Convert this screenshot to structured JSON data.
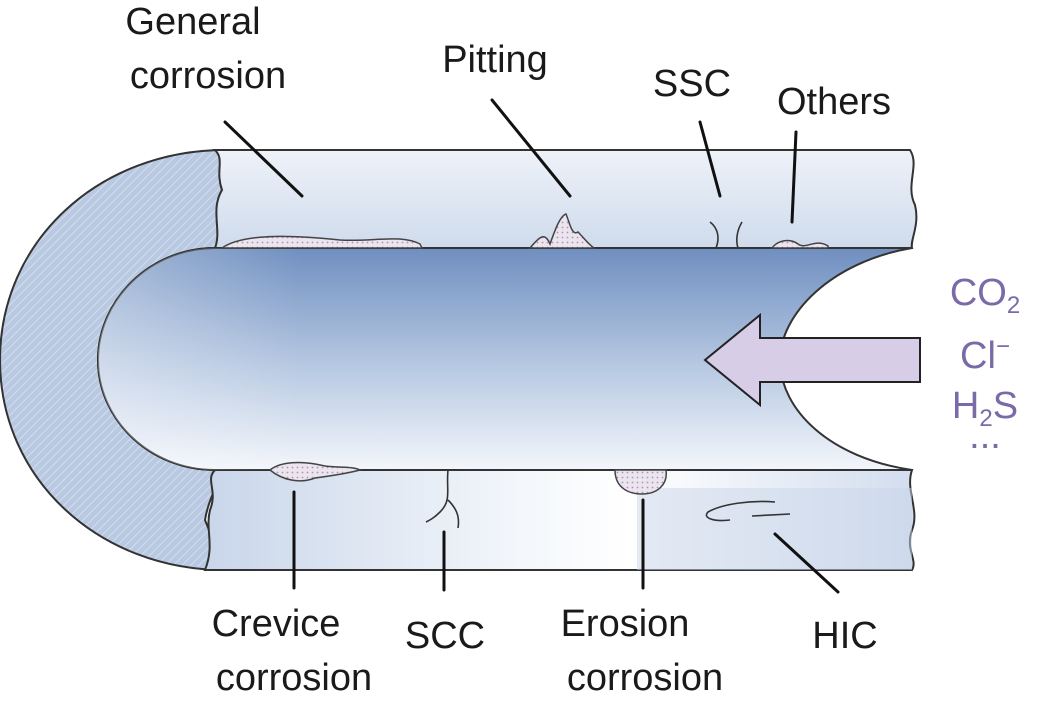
{
  "labels": {
    "general_corrosion": [
      "General",
      "corrosion"
    ],
    "pitting": "Pitting",
    "ssc": "SSC",
    "others": "Others",
    "crevice_corrosion": [
      "Crevice",
      "corrosion"
    ],
    "scc": "SCC",
    "erosion_corrosion": [
      "Erosion",
      "corrosion"
    ],
    "hic": "HIC"
  },
  "species": {
    "co2_base": "CO",
    "co2_sub": "2",
    "cl_base": "Cl",
    "cl_sup": "−",
    "h2s_h": "H",
    "h2s_sub": "2",
    "h2s_s": "S",
    "more": "..."
  },
  "colors": {
    "wall": "#dde6f2",
    "wall_shade": "#c5d4e9",
    "bore_dark": "#6f8fc0",
    "bore_light": "#f3f6fb",
    "cap": "#b4c6e0",
    "arrow": "#d8cde6",
    "species": "#7b6aa8",
    "defect": "#e6dde8"
  }
}
